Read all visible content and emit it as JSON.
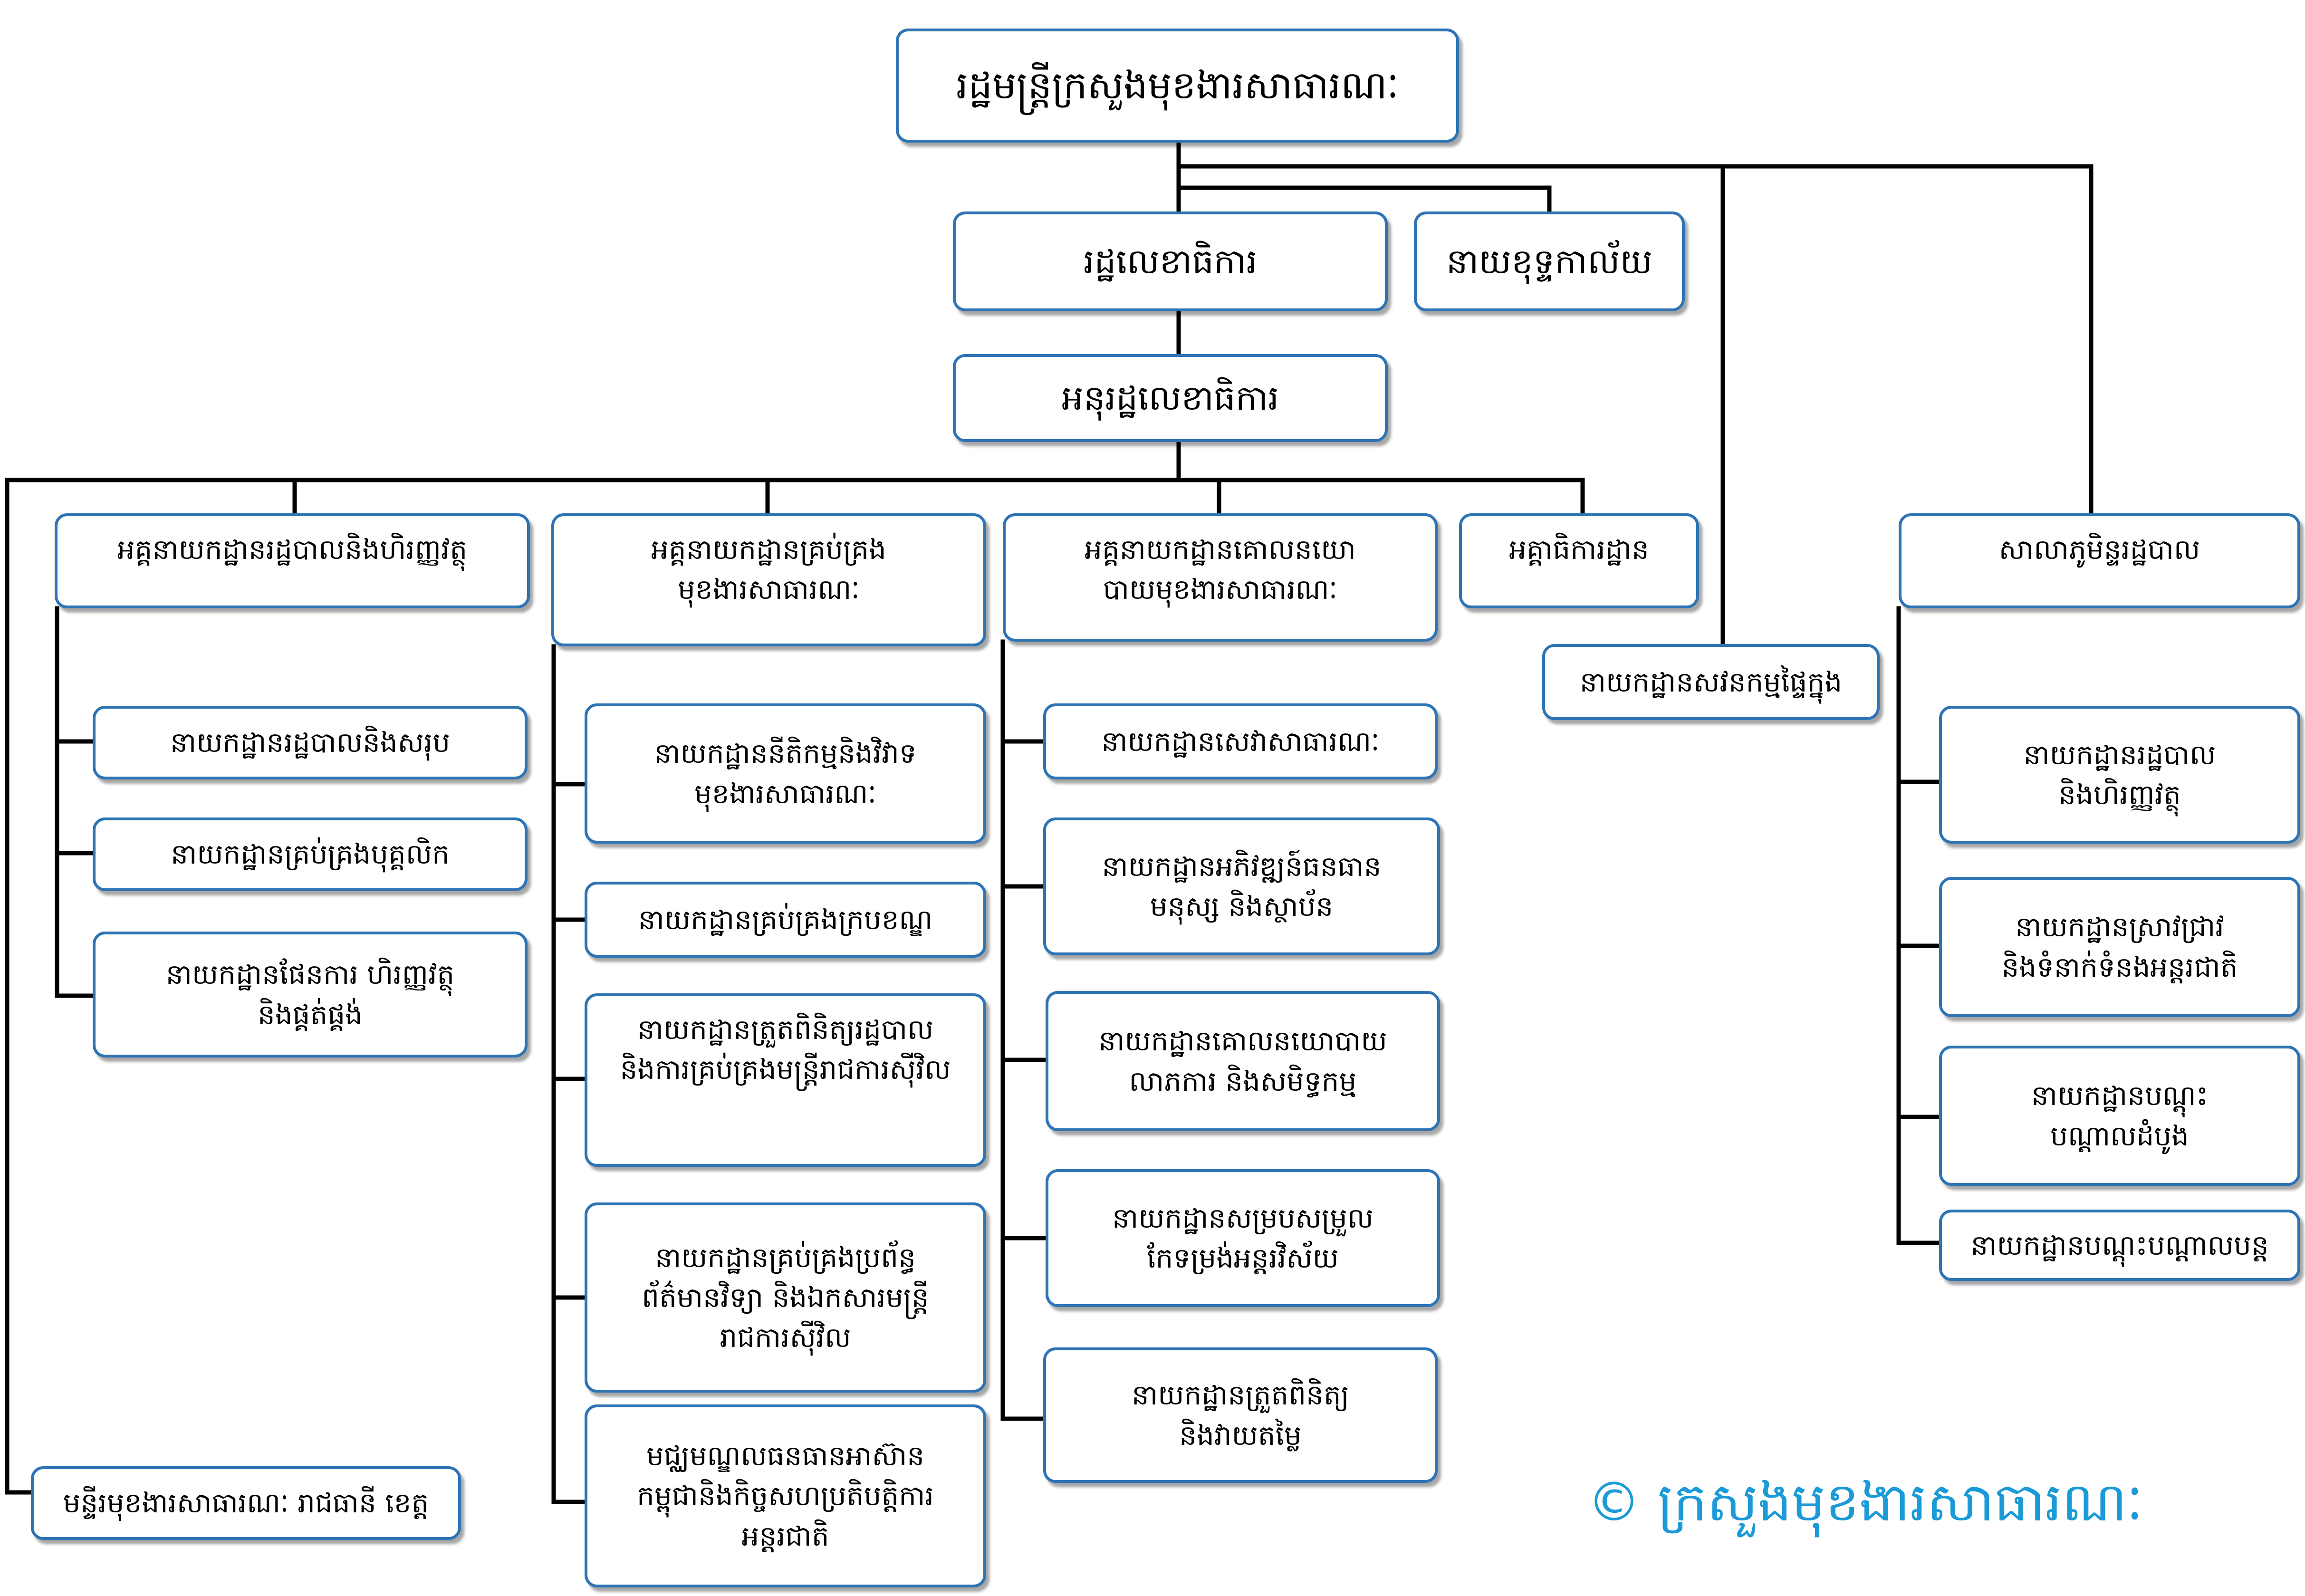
{
  "minister": "រដ្ឋមន្ត្រីក្រសួងមុខងារសាធារណៈ",
  "secretary_of_state": "រដ្ឋលេខាធិការ",
  "cabinet": "នាយខុទ្ទកាល័យ",
  "under_secretary": "អនុរដ្ឋលេខាធិការ",
  "general_departments": [
    {
      "name": "អគ្គនាយកដ្ឋានរដ្ឋបាលនិងហិរញ្ញវត្ថុ",
      "departments": [
        "នាយកដ្ឋានរដ្ឋបាលនិងសរុប",
        "នាយកដ្ឋានគ្រប់គ្រងបុគ្គលិក",
        "នាយកដ្ឋានផែនការ ហិរញ្ញវត្ថុ\nនិងផ្គត់ផ្គង់"
      ]
    },
    {
      "name": "អគ្គនាយកដ្ឋានគ្រប់គ្រង\nមុខងារសាធារណៈ",
      "departments": [
        "នាយកដ្ឋាននីតិកម្មនិងវិវាទ\nមុខងារសាធារណៈ",
        "នាយកដ្ឋានគ្រប់គ្រងក្របខណ្ឌ",
        "នាយកដ្ឋានត្រួតពិនិត្យរដ្ឋបាល\nនិងការគ្រប់គ្រងមន្ត្រីរាជការស៊ីវិល",
        "នាយកដ្ឋានគ្រប់គ្រងប្រព័ន្ធ\nព័ត៌មានវិទ្យា និងឯកសារមន្ត្រី\nរាជការស៊ីវិល",
        "មជ្ឈមណ្ឌលធនធានអាស៊ាន\nកម្ពុជានិងកិច្ចសហប្រតិបត្តិការ\nអន្តរជាតិ"
      ]
    },
    {
      "name": "អគ្គនាយកដ្ឋានគោលនយោ\nបាយមុខងារសាធារណៈ",
      "departments": [
        "នាយកដ្ឋានសេវាសាធារណៈ",
        "នាយកដ្ឋានអភិវឌ្ឍន៍ធនធាន\nមនុស្ស និងស្ថាប័ន",
        "នាយកដ្ឋានគោលនយោបាយ\nលាភការ និងសមិទ្ធកម្ម",
        "នាយកដ្ឋានសម្របសម្រួល\nកែទម្រង់អន្តរវិស័យ",
        "នាយកដ្ឋានត្រួតពិនិត្យ\nនិងវាយតម្លៃ"
      ]
    }
  ],
  "inspectorate": "អគ្គាធិការដ្ឋាន",
  "internal_audit": "នាយកដ្ឋានសវនកម្មផ្ទៃក្នុង",
  "school": {
    "name": "សាលាភូមិន្ទរដ្ឋបាល",
    "departments": [
      "នាយកដ្ឋានរដ្ឋបាល\nនិងហិរញ្ញវត្ថុ",
      "នាយកដ្ឋានស្រាវជ្រាវ\nនិងទំនាក់ទំនងអន្តរជាតិ",
      "នាយកដ្ឋានបណ្តុះ\nបណ្តាលដំបូង",
      "នាយកដ្ឋានបណ្តុះបណ្តាលបន្ត"
    ]
  },
  "provincial": "មន្ទីរមុខងារសាធារណៈ រាជធានី ខេត្ត",
  "copyright": "© ក្រសួងមុខងារសាធារណៈ"
}
